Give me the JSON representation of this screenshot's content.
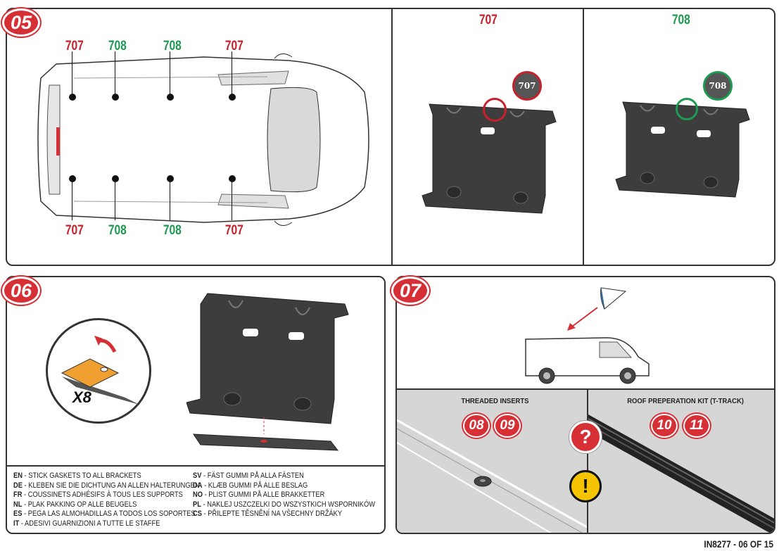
{
  "steps": {
    "s05": "05",
    "s06": "06",
    "s07": "07"
  },
  "step05": {
    "top_labels": [
      "707",
      "708",
      "708",
      "707"
    ],
    "bottom_labels": [
      "707",
      "708",
      "708",
      "707"
    ],
    "bracket_707_title": "707",
    "bracket_708_title": "708",
    "bracket_707_tag": "707",
    "bracket_708_tag": "708"
  },
  "step06": {
    "multiplier": "X8",
    "instructions": [
      {
        "code": "EN",
        "text": " - STICK GASKETS TO ALL BRACKETS"
      },
      {
        "code": "DE",
        "text": " - KLEBEN SIE DIE DICHTUNG AN ALLEN HALTERUNGEN"
      },
      {
        "code": "FR",
        "text": " - COUSSINETS ADHÉSIFS À TOUS LES SUPPORTS"
      },
      {
        "code": "NL",
        "text": " - PLAK PAKKING OP ALLE BEUGELS"
      },
      {
        "code": "ES",
        "text": " - PEGA LAS ALMOHADILLAS A TODOS LOS SOPORTES"
      },
      {
        "code": "IT",
        "text": " - ADESIVI GUARNIZIONI A TUTTE LE STAFFE"
      },
      {
        "code": "SV",
        "text": " - FÄST GUMMI PÅ ALLA FÄSTEN"
      },
      {
        "code": "DA",
        "text": " - KLÆB GUMMI PÅ ALLE BESLAG"
      },
      {
        "code": "NO",
        "text": " - PLIST GUMMI PÅ ALLE BRAKKETTER"
      },
      {
        "code": "PL",
        "text": " - NAKLEJ USZCZELKI DO WSZYSTKICH WSPORNIKÓW"
      },
      {
        "code": "CS",
        "text": " - PŘILEPTE TĚSNĚNÍ NA VŠECHNY DRŽÁKY"
      }
    ]
  },
  "step07": {
    "threaded_title": "THREADED INSERTS",
    "threaded_refs": [
      "08",
      "09"
    ],
    "roof_title": "ROOF PREPERATION KIT (T-TRACK)",
    "roof_refs": [
      "10",
      "11"
    ],
    "question_mark": "?",
    "warning_mark": "!"
  },
  "footer": "IN8277 - 06 OF 15",
  "colors": {
    "red": "#c8202b",
    "green": "#1d9a4f",
    "badge": "#d63036",
    "bracket": "#3d3d3d"
  }
}
